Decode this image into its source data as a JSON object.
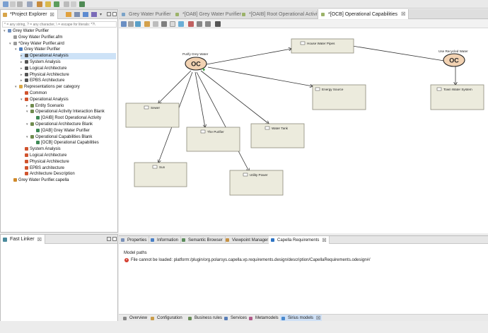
{
  "project_explorer": {
    "title": "*Project Explorer",
    "search_placeholder": "* = any string, ? = any character, \\ = escape for literals: *?\\",
    "tree": [
      {
        "label": "Grey Water Purifier",
        "indent": 0,
        "arrow": "▾",
        "icon": "project"
      },
      {
        "label": "Grey Water Purifier.afm",
        "indent": 1,
        "arrow": "",
        "icon": "file"
      },
      {
        "label": "*Grey Water Purifier.aird",
        "indent": 1,
        "arrow": "▾",
        "icon": "file"
      },
      {
        "label": "Grey Water Purifier",
        "indent": 2,
        "arrow": "▾",
        "icon": "model"
      },
      {
        "label": "Operational Analysis",
        "indent": 3,
        "arrow": "▸",
        "icon": "grid",
        "selected": true
      },
      {
        "label": "System Analysis",
        "indent": 3,
        "arrow": "▸",
        "icon": "grid"
      },
      {
        "label": "Logical Architecture",
        "indent": 3,
        "arrow": "▸",
        "icon": "grid"
      },
      {
        "label": "Physical Architecture",
        "indent": 3,
        "arrow": "▸",
        "icon": "grid"
      },
      {
        "label": "EPBS Architecture",
        "indent": 3,
        "arrow": "▸",
        "icon": "grid"
      },
      {
        "label": "Representations per category",
        "indent": 2,
        "arrow": "▾",
        "icon": "folder"
      },
      {
        "label": "Common",
        "indent": 3,
        "arrow": "",
        "icon": "viewpoint"
      },
      {
        "label": "Operational Analysis",
        "indent": 3,
        "arrow": "▾",
        "icon": "viewpoint"
      },
      {
        "label": "Entity Scenario",
        "indent": 4,
        "arrow": "▸",
        "icon": "diagram"
      },
      {
        "label": "Operational Activity Interaction Blank",
        "indent": 4,
        "arrow": "▾",
        "icon": "diagram"
      },
      {
        "label": "[OAIB] Root Operational Activity",
        "indent": 5,
        "arrow": "",
        "icon": "diag-inst"
      },
      {
        "label": "Operational Architecture Blank",
        "indent": 4,
        "arrow": "▾",
        "icon": "diagram"
      },
      {
        "label": "[OAB] Grey Water Purifier",
        "indent": 5,
        "arrow": "",
        "icon": "diag-inst"
      },
      {
        "label": "Operational Capabilities Blank",
        "indent": 4,
        "arrow": "▾",
        "icon": "diagram"
      },
      {
        "label": "[OCB] Operational Capabilities",
        "indent": 5,
        "arrow": "",
        "icon": "diag-inst"
      },
      {
        "label": "System Analysis",
        "indent": 3,
        "arrow": "",
        "icon": "viewpoint"
      },
      {
        "label": "Logical Architecture",
        "indent": 3,
        "arrow": "",
        "icon": "viewpoint"
      },
      {
        "label": "Physical Architecture",
        "indent": 3,
        "arrow": "",
        "icon": "viewpoint"
      },
      {
        "label": "EPBS architecture",
        "indent": 3,
        "arrow": "",
        "icon": "viewpoint"
      },
      {
        "label": "Architecture Description",
        "indent": 3,
        "arrow": "",
        "icon": "viewpoint"
      },
      {
        "label": "Grey Water Purifier.capella",
        "indent": 1,
        "arrow": "",
        "icon": "capella"
      }
    ]
  },
  "fast_linker": {
    "title": "Fast Linker"
  },
  "editor_tabs": [
    {
      "label": "Grey Water Purifier",
      "active": false
    },
    {
      "label": "*[OAB] Grey Water Purifier",
      "active": false
    },
    {
      "label": "*[OAIB] Root Operational Activity",
      "active": false
    },
    {
      "label": "*[OCB] Operational Capabilities",
      "active": true
    }
  ],
  "diagram": {
    "capability_badge": "OC",
    "capabilities": [
      {
        "label": "Purify Grey Water"
      },
      {
        "label": "Use Recycled Water"
      }
    ],
    "entities": [
      {
        "label": "House Water Pipes"
      },
      {
        "label": "Energy Source"
      },
      {
        "label": "Town Water System"
      },
      {
        "label": "Sewer"
      },
      {
        "label": "The Purifier"
      },
      {
        "label": "Water Tank"
      },
      {
        "label": "Sun"
      },
      {
        "label": "Utility Power"
      }
    ]
  },
  "properties": {
    "tabs": [
      {
        "label": "Properties",
        "active": false
      },
      {
        "label": "Information",
        "active": false
      },
      {
        "label": "Semantic Browser",
        "active": false
      },
      {
        "label": "Viewpoint Manager",
        "active": false
      },
      {
        "label": "Capella Requirements",
        "active": true
      }
    ],
    "section_title": "Model paths",
    "error_message": "File cannot be loaded: platform:/plugin/org.polarsys.capella.vp.requirements.design/description/CapellaRequirements.odesign#/"
  },
  "bottom_tabs": [
    {
      "label": "Overview",
      "active": false
    },
    {
      "label": "Configuration",
      "active": false
    },
    {
      "label": "Business rules",
      "active": false
    },
    {
      "label": "Services",
      "active": false
    },
    {
      "label": "Metamodels",
      "active": false
    },
    {
      "label": "Sirius models",
      "active": true
    }
  ],
  "colors": {
    "capability_fill": "#f2d2b2",
    "entity_fill": "#ecebdd",
    "entity_border": "#8c8b7a",
    "selection": "#cde2f7",
    "error": "#d33a2c",
    "active_tab": "#ffffff"
  }
}
